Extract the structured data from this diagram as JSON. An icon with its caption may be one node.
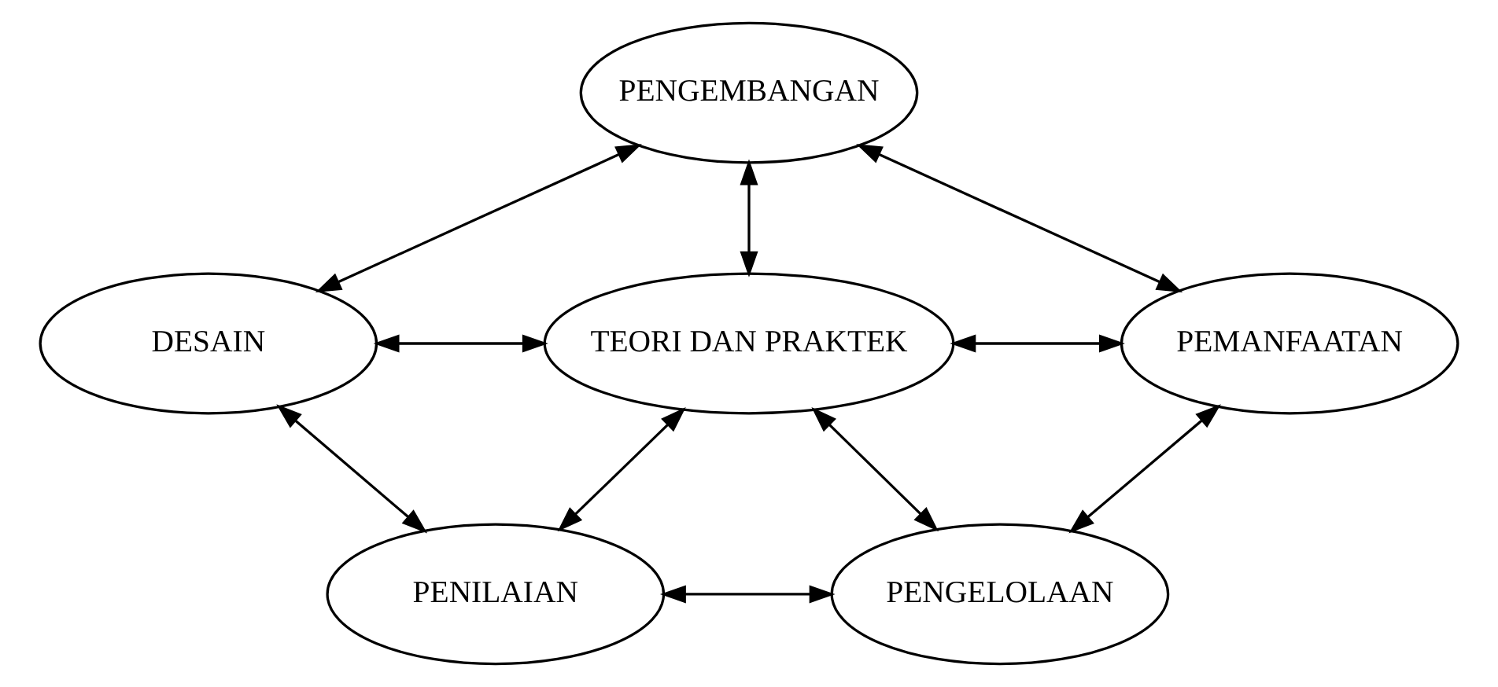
{
  "diagram": {
    "nodes": [
      {
        "text": [
          "PENGEMBANGAN"
        ]
      },
      {
        "text": [
          "DESAIN"
        ]
      },
      {
        "text": [
          "TEORI DAN PRAKTEK"
        ]
      },
      {
        "text": [
          "PEMANFAATAN"
        ]
      },
      {
        "text": [
          "PENILAIAN"
        ]
      },
      {
        "text": [
          "PENGELOLAAN"
        ]
      }
    ],
    "edges": [
      {
        "from": 1,
        "to": 0,
        "arrow": "both"
      },
      {
        "from": 0,
        "to": 2,
        "arrow": "both"
      },
      {
        "from": 0,
        "to": 3,
        "arrow": "both"
      },
      {
        "from": 1,
        "to": 2,
        "arrow": "both"
      },
      {
        "from": 2,
        "to": 3,
        "arrow": "both"
      },
      {
        "from": 1,
        "to": 4,
        "arrow": "both"
      },
      {
        "from": 4,
        "to": 2,
        "arrow": "both"
      },
      {
        "from": 2,
        "to": 5,
        "arrow": "both"
      },
      {
        "from": 5,
        "to": 3,
        "arrow": "both"
      },
      {
        "from": 4,
        "to": 5,
        "arrow": "both"
      }
    ]
  }
}
